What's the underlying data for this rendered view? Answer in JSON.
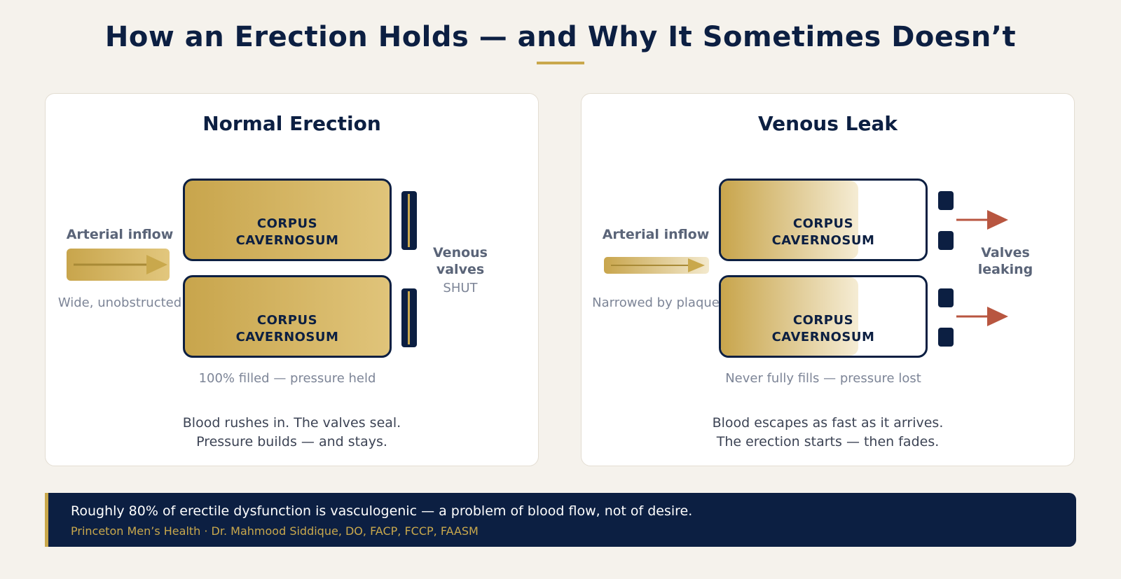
{
  "title": "How an Erection Holds — and Why It Sometimes Doesn’t",
  "panels": {
    "normal": {
      "title": "Normal Erection",
      "inflow_label": "Arterial inflow",
      "inflow_note": "Wide, unobstructed",
      "chamber_line1": "CORPUS",
      "chamber_line2": "CAVERNOSUM",
      "valves_line1": "Venous",
      "valves_line2": "valves",
      "valves_state": "SHUT",
      "fill_note": "100% filled — pressure held",
      "caption_line1": "Blood rushes in. The valves seal.",
      "caption_line2": "Pressure builds — and stays.",
      "fill_fraction": 1.0
    },
    "leak": {
      "title": "Venous Leak",
      "inflow_label": "Arterial inflow",
      "inflow_note": "Narrowed by plaque",
      "chamber_line1": "CORPUS",
      "chamber_line2": "CAVERNOSUM",
      "valves_line1": "Valves",
      "valves_line2": "leaking",
      "fill_note": "Never fully fills — pressure lost",
      "caption_line1": "Blood escapes as fast as it arrives.",
      "caption_line2": "The erection starts — then fades.",
      "fill_fraction": 0.67
    }
  },
  "banner": {
    "main": "Roughly 80% of erectile dysfunction is vasculogenic — a problem of blood flow, not of desire.",
    "source": "Princeton Men’s Health · Dr. Mahmood Siddique, DO, FACP, FCCP, FAASM"
  },
  "colors": {
    "navy": "#0c1f42",
    "gold": "#c9a84c",
    "leak_red": "#b85640",
    "background": "#f5f2ec"
  },
  "icons": {
    "inflow": "arrow-right-icon",
    "outflow": "arrow-right-icon"
  }
}
